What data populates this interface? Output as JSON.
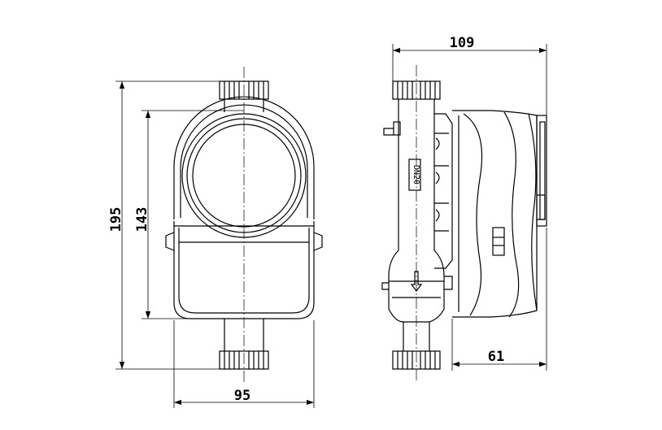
{
  "diagram": {
    "dimensions": {
      "overall_height": "195",
      "body_height": "143",
      "body_width": "95",
      "side_depth": "109",
      "register_depth": "61"
    },
    "body_marking": "DN20"
  }
}
